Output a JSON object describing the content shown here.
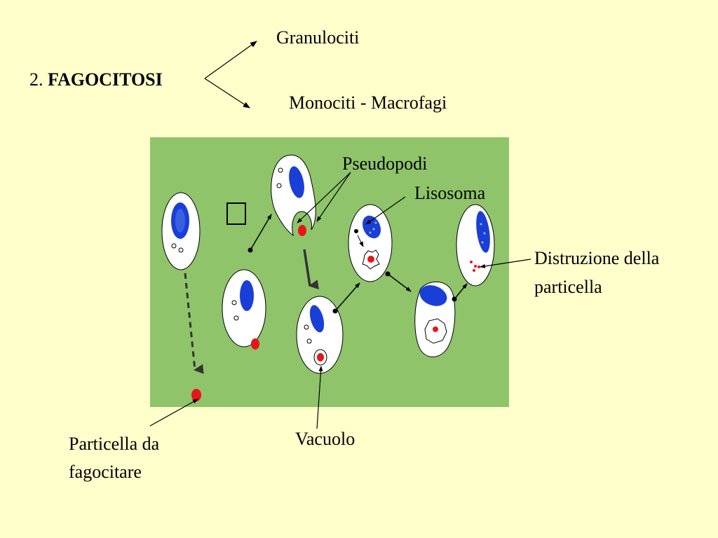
{
  "title": {
    "number": "2.",
    "heading": "FAGOCITOSI"
  },
  "branches": {
    "top": "Granulociti",
    "bottom": "Monociti - Macrofagi"
  },
  "labels": {
    "pseudopodi": "Pseudopodi",
    "lisosoma": "Lisosoma",
    "distruzione_line1": "Distruzione della",
    "distruzione_line2": "particella",
    "vacuolo": "Vacuolo",
    "particella_line1": "Particella da",
    "particella_line2": "fagocitare"
  },
  "colors": {
    "background": "#ffffcc",
    "panel": "#8fc46a",
    "nucleus": "#1a3fd6",
    "particle": "#e8141b",
    "cell": "#ffffff"
  },
  "icons": {
    "missing_glyph": "empty-square-icon"
  }
}
